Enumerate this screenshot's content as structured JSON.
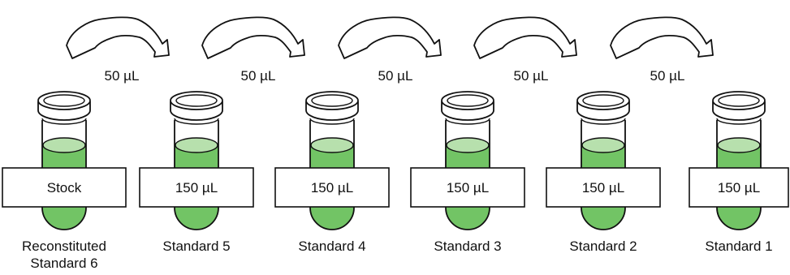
{
  "colors": {
    "liquid": "#72c465",
    "liquid_surface": "#b7e0ad",
    "outline": "#111111",
    "background": "#ffffff"
  },
  "transfers": [
    {
      "volume": "50 µL"
    },
    {
      "volume": "50 µL"
    },
    {
      "volume": "50 µL"
    },
    {
      "volume": "50 µL"
    },
    {
      "volume": "50 µL"
    }
  ],
  "tubes": [
    {
      "label_box": "Stock",
      "caption": [
        "Reconstituted",
        "Standard 6"
      ]
    },
    {
      "label_box": "150 µL",
      "caption": [
        "Standard 5"
      ]
    },
    {
      "label_box": "150 µL",
      "caption": [
        "Standard 4"
      ]
    },
    {
      "label_box": "150 µL",
      "caption": [
        "Standard 3"
      ]
    },
    {
      "label_box": "150 µL",
      "caption": [
        "Standard 2"
      ]
    },
    {
      "label_box": "150 µL",
      "caption": [
        "Standard 1"
      ]
    }
  ]
}
